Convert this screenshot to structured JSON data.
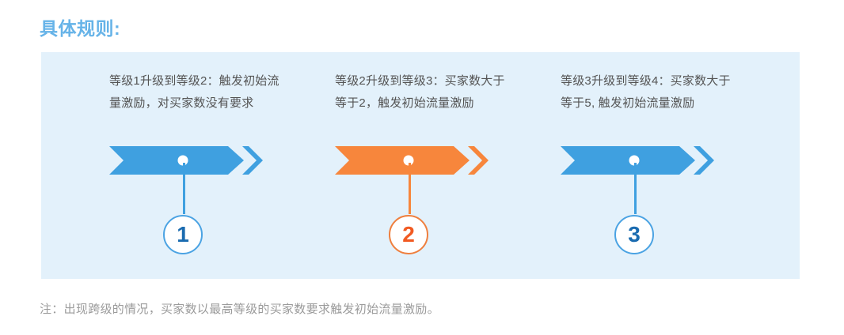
{
  "title": "具体规则:",
  "colors": {
    "panel_background": "#e3f1fb",
    "title_blue": "#66b3e8",
    "arrow_blue": "#3fa0e0",
    "arrow_orange": "#f7863c",
    "circle_border_blue": "#4ba3e3",
    "circle_border_orange": "#ef7f3e",
    "number_blue": "#1a6bb0",
    "number_orange": "#f15a22",
    "body_text": "#545454",
    "footnote_text": "#9b9b9b"
  },
  "rules": [
    {
      "text": "等级1升级到等级2：触发初始流量激励，对买家数没有要求",
      "number": "1",
      "color": "#3fa0e0",
      "accent": false
    },
    {
      "text": "等级2升级到等级3：买家数大于等于2，触发初始流量激励",
      "number": "2",
      "color": "#f7863c",
      "accent": true
    },
    {
      "text": "等级3升级到等级4：买家数大于等于5, 触发初始流量激励",
      "number": "3",
      "color": "#3fa0e0",
      "accent": false
    }
  ],
  "footnote": "注：出现跨级的情况，买家数以最高等级的买家数要求触发初始流量激励。"
}
